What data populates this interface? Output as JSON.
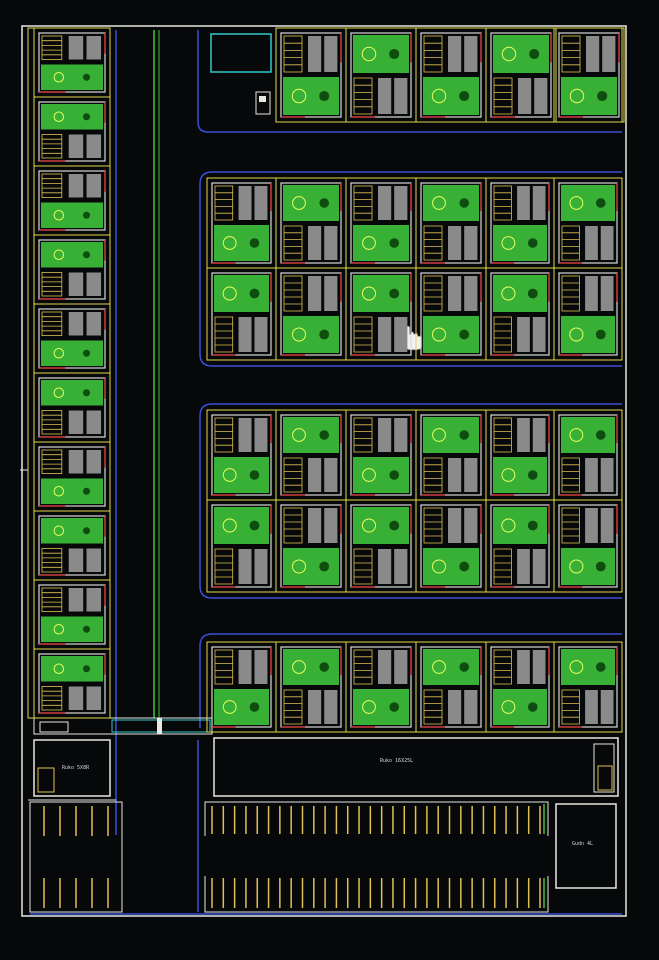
{
  "colors": {
    "background": "#06080a",
    "boundary": "#e8e8e0",
    "lot_line": "#e3d84a",
    "road_edge": "#3a4fd8",
    "median": "#43c23a",
    "landscape": "#3ec23a",
    "parking_bay": "#8a8a8a",
    "stair": "#e0c050",
    "wall": "#e03030",
    "utility": "#33c7c7"
  },
  "labels": {
    "building_a": "Ruko 5X8R",
    "building_b": "Ruko 16X25L",
    "building_c": "Gudn 4L"
  },
  "cursor_icon": "hand-cursor-icon"
}
